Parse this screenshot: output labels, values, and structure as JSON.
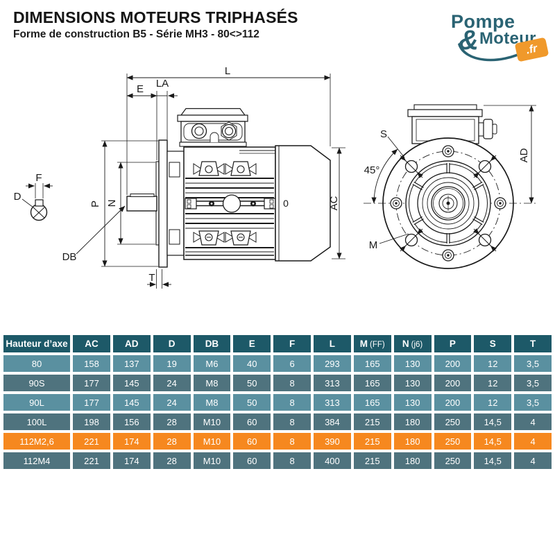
{
  "header": {
    "title": "DIMENSIONS MOTEURS TRIPHASÉS",
    "subtitle": "Forme de construction B5 - Série MH3 - 80<>112"
  },
  "logo": {
    "word1": "Pompe",
    "amp": "&",
    "word2": "Moteur",
    "tld": ".fr",
    "teal": "#2a6373",
    "orange": "#f0992b"
  },
  "side_view": {
    "labels": {
      "L": "L",
      "E": "E",
      "LA": "LA",
      "P": "P",
      "N": "N",
      "DB": "DB",
      "T": "T",
      "D": "D",
      "F": "F",
      "AC": "AC",
      "zero": "0"
    }
  },
  "front_view": {
    "labels": {
      "S": "S",
      "angle": "45°",
      "M": "M",
      "AD": "AD"
    }
  },
  "table": {
    "columns": [
      {
        "label": "Hauteur d’axe",
        "note": ""
      },
      {
        "label": "AC",
        "note": ""
      },
      {
        "label": "AD",
        "note": ""
      },
      {
        "label": "D",
        "note": ""
      },
      {
        "label": "DB",
        "note": ""
      },
      {
        "label": "E",
        "note": ""
      },
      {
        "label": "F",
        "note": ""
      },
      {
        "label": "L",
        "note": ""
      },
      {
        "label": "M",
        "note": "(FF)"
      },
      {
        "label": "N",
        "note": "(j6)"
      },
      {
        "label": "P",
        "note": ""
      },
      {
        "label": "S",
        "note": ""
      },
      {
        "label": "T",
        "note": ""
      }
    ],
    "rows": [
      {
        "variant": "light",
        "cells": [
          "80",
          "158",
          "137",
          "19",
          "M6",
          "40",
          "6",
          "293",
          "165",
          "130",
          "200",
          "12",
          "3,5"
        ]
      },
      {
        "variant": "slate",
        "cells": [
          "90S",
          "177",
          "145",
          "24",
          "M8",
          "50",
          "8",
          "313",
          "165",
          "130",
          "200",
          "12",
          "3,5"
        ]
      },
      {
        "variant": "light",
        "cells": [
          "90L",
          "177",
          "145",
          "24",
          "M8",
          "50",
          "8",
          "313",
          "165",
          "130",
          "200",
          "12",
          "3,5"
        ]
      },
      {
        "variant": "slate",
        "cells": [
          "100L",
          "198",
          "156",
          "28",
          "M10",
          "60",
          "8",
          "384",
          "215",
          "180",
          "250",
          "14,5",
          "4"
        ]
      },
      {
        "variant": "highlight",
        "cells": [
          "112M2,6",
          "221",
          "174",
          "28",
          "M10",
          "60",
          "8",
          "390",
          "215",
          "180",
          "250",
          "14,5",
          "4"
        ]
      },
      {
        "variant": "slate",
        "cells": [
          "112M4",
          "221",
          "174",
          "28",
          "M10",
          "60",
          "8",
          "400",
          "215",
          "180",
          "250",
          "14,5",
          "4"
        ]
      }
    ],
    "colors": {
      "header_bg": "#1d5968",
      "row_light": "#5a90a0",
      "row_slate": "#4f737e",
      "row_highlight": "#f6881f",
      "text": "#ffffff"
    }
  }
}
